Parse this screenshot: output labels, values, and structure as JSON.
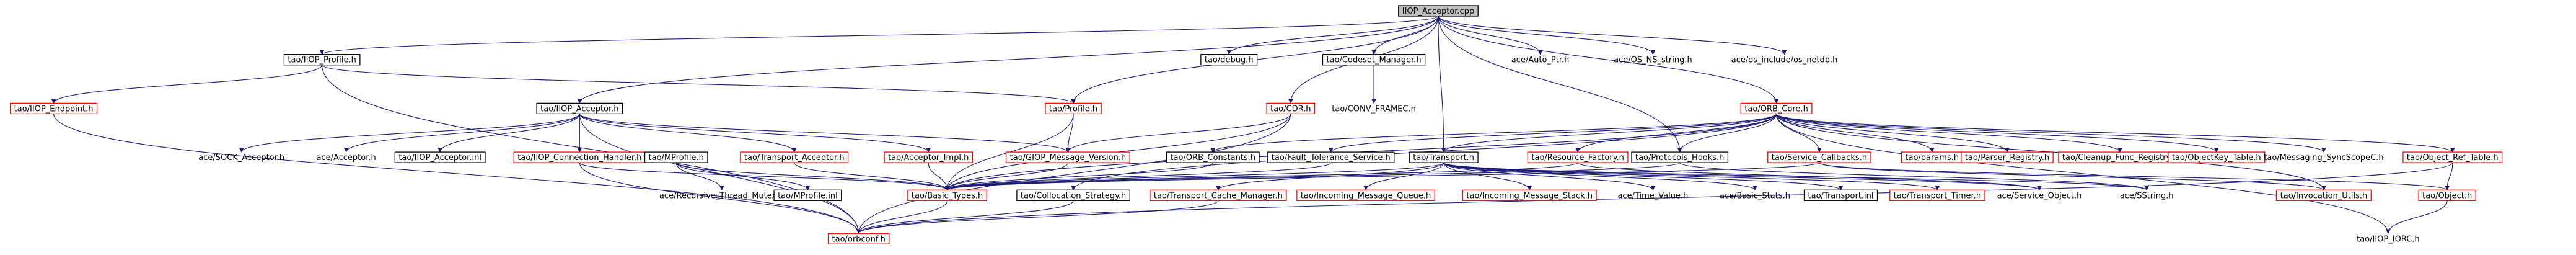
{
  "diagram": {
    "root": "IIOP_Acceptor.cpp",
    "nodes": [
      {
        "id": "root",
        "label": "IIOP_Acceptor.cpp",
        "style": "root"
      },
      {
        "id": "iiop_profile",
        "label": "tao/IIOP_Profile.h",
        "style": "black"
      },
      {
        "id": "debug",
        "label": "tao/debug.h",
        "style": "black"
      },
      {
        "id": "codeset",
        "label": "tao/Codeset_Manager.h",
        "style": "black"
      },
      {
        "id": "auto_ptr",
        "label": "ace/Auto_Ptr.h",
        "style": "plain"
      },
      {
        "id": "os_ns_string",
        "label": "ace/OS_NS_string.h",
        "style": "plain"
      },
      {
        "id": "os_netdb",
        "label": "ace/os_include/os_netdb.h",
        "style": "plain"
      },
      {
        "id": "iiop_endpoint",
        "label": "tao/IIOP_Endpoint.h",
        "style": "red"
      },
      {
        "id": "iiop_acceptor",
        "label": "tao/IIOP_Acceptor.h",
        "style": "black"
      },
      {
        "id": "profile",
        "label": "tao/Profile.h",
        "style": "red"
      },
      {
        "id": "cdr",
        "label": "tao/CDR.h",
        "style": "red"
      },
      {
        "id": "conv_frame",
        "label": "tao/CONV_FRAMEC.h",
        "style": "plain"
      },
      {
        "id": "orb_core",
        "label": "tao/ORB_Core.h",
        "style": "red"
      },
      {
        "id": "sock_acceptor",
        "label": "ace/SOCK_Acceptor.h",
        "style": "plain"
      },
      {
        "id": "ace_acceptor",
        "label": "ace/Acceptor.h",
        "style": "plain"
      },
      {
        "id": "iiop_acceptor_inl",
        "label": "tao/IIOP_Acceptor.inl",
        "style": "black"
      },
      {
        "id": "iiop_conn_handler",
        "label": "tao/IIOP_Connection_Handler.h",
        "style": "red"
      },
      {
        "id": "mprofile",
        "label": "tao/MProfile.h",
        "style": "black"
      },
      {
        "id": "transport_acceptor",
        "label": "tao/Transport_Acceptor.h",
        "style": "red"
      },
      {
        "id": "acceptor_impl",
        "label": "tao/Acceptor_Impl.h",
        "style": "red"
      },
      {
        "id": "giop_msg_version",
        "label": "tao/GIOP_Message_Version.h",
        "style": "red"
      },
      {
        "id": "orb_constants",
        "label": "tao/ORB_Constants.h",
        "style": "black"
      },
      {
        "id": "fault_tol",
        "label": "tao/Fault_Tolerance_Service.h",
        "style": "black"
      },
      {
        "id": "transport",
        "label": "tao/Transport.h",
        "style": "black"
      },
      {
        "id": "resource_factory",
        "label": "tao/Resource_Factory.h",
        "style": "red"
      },
      {
        "id": "protocols_hooks",
        "label": "tao/Protocols_Hooks.h",
        "style": "black"
      },
      {
        "id": "service_callbacks",
        "label": "tao/Service_Callbacks.h",
        "style": "red"
      },
      {
        "id": "params",
        "label": "tao/params.h",
        "style": "red"
      },
      {
        "id": "parser_registry",
        "label": "tao/Parser_Registry.h",
        "style": "red"
      },
      {
        "id": "cleanup_func",
        "label": "tao/Cleanup_Func_Registry.h",
        "style": "red"
      },
      {
        "id": "objectkey_table",
        "label": "tao/ObjectKey_Table.h",
        "style": "red"
      },
      {
        "id": "messaging_sync",
        "label": "tao/Messaging_SyncScopeC.h",
        "style": "plain"
      },
      {
        "id": "object_ref_table",
        "label": "tao/Object_Ref_Table.h",
        "style": "red"
      },
      {
        "id": "recursive_mutex",
        "label": "ace/Recursive_Thread_Mutex.h",
        "style": "plain"
      },
      {
        "id": "mprofile_inl",
        "label": "tao/MProfile.inl",
        "style": "black"
      },
      {
        "id": "basic_types",
        "label": "tao/Basic_Types.h",
        "style": "red"
      },
      {
        "id": "collocation",
        "label": "tao/Collocation_Strategy.h",
        "style": "black"
      },
      {
        "id": "transport_cache",
        "label": "tao/Transport_Cache_Manager.h",
        "style": "red"
      },
      {
        "id": "incoming_queue",
        "label": "tao/Incoming_Message_Queue.h",
        "style": "red"
      },
      {
        "id": "incoming_stack",
        "label": "tao/Incoming_Message_Stack.h",
        "style": "red"
      },
      {
        "id": "time_value",
        "label": "ace/Time_Value.h",
        "style": "plain"
      },
      {
        "id": "basic_stats",
        "label": "ace/Basic_Stats.h",
        "style": "plain"
      },
      {
        "id": "transport_inl",
        "label": "tao/Transport.inl",
        "style": "black"
      },
      {
        "id": "transport_timer",
        "label": "tao/Transport_Timer.h",
        "style": "red"
      },
      {
        "id": "service_object",
        "label": "ace/Service_Object.h",
        "style": "plain"
      },
      {
        "id": "sstring",
        "label": "ace/SString.h",
        "style": "plain"
      },
      {
        "id": "invocation_utils",
        "label": "tao/Invocation_Utils.h",
        "style": "red"
      },
      {
        "id": "object",
        "label": "tao/Object.h",
        "style": "red"
      },
      {
        "id": "orbconf",
        "label": "tao/orbconf.h",
        "style": "red"
      },
      {
        "id": "iiop_iorc",
        "label": "tao/IIOP_IORC.h",
        "style": "plain"
      }
    ]
  }
}
